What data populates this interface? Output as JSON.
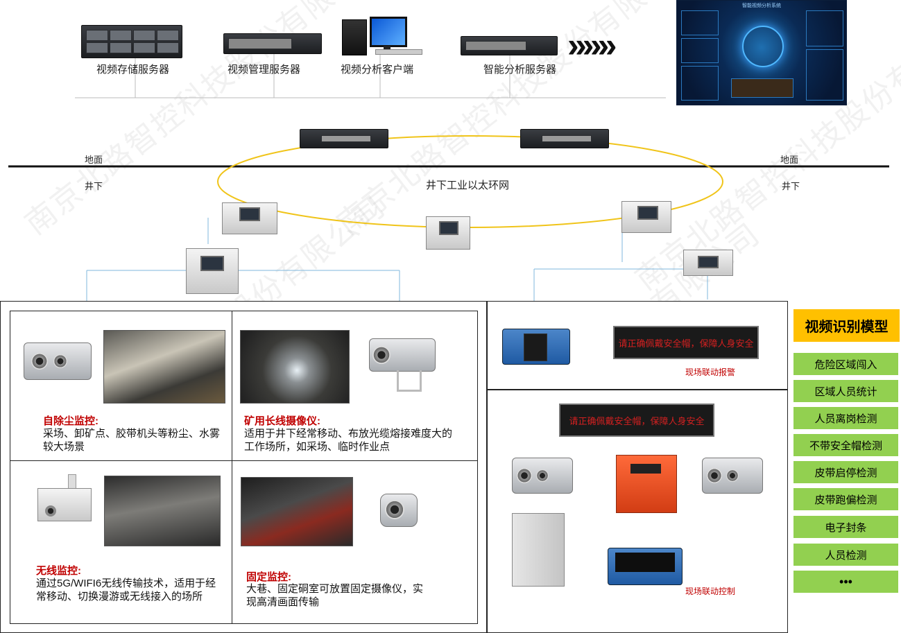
{
  "top": {
    "labels": {
      "storage": "视频存储服务器",
      "manage": "视频管理服务器",
      "client": "视频分析客户端",
      "ai": "智能分析服务器"
    },
    "arrows": "»»»",
    "dashboard_title": "智能视频分析系统"
  },
  "ground": {
    "left_top": "地面",
    "left_bottom": "井下",
    "right_top": "地面",
    "right_bottom": "井下",
    "ring": "井下工业以太环网"
  },
  "cells": {
    "dust": {
      "title": "自除尘监控:",
      "desc": "采场、卸矿点、胶带机头等粉尘、水雾较大场景"
    },
    "longline": {
      "title": "矿用长线摄像仪:",
      "desc": "适用于井下经常移动、布放光缆熔接难度大的工作场所，如采场、临时作业点"
    },
    "wireless": {
      "title": "无线监控:",
      "desc": "通过5G/WIFI6无线传输技术，适用于经常移动、切换漫游或无线接入的场所"
    },
    "fixed": {
      "title": "固定监控:",
      "desc": "大巷、固定硐室可放置固定摄像仪，实现高清画面传输"
    }
  },
  "alarm": {
    "led_text": "请正确佩戴安全帽，保障人身安全",
    "caption": "现场联动报警"
  },
  "control": {
    "led_text": "请正确佩戴安全帽，保障人身安全",
    "caption": "现场联动控制"
  },
  "models": {
    "title": "视频识别模型",
    "items": [
      "危险区域闯入",
      "区域人员统计",
      "人员离岗检测",
      "不带安全帽检测",
      "皮带启停检测",
      "皮带跑偏检测",
      "电子封条",
      "人员检测",
      "•••"
    ]
  },
  "watermark": "南京北路智控科技股份有限公司",
  "colors": {
    "ring": "#f0c419",
    "link": "#7fb7dd",
    "model_title": "#ffc000",
    "model_item": "#92d050",
    "accent_red": "#c00000"
  }
}
